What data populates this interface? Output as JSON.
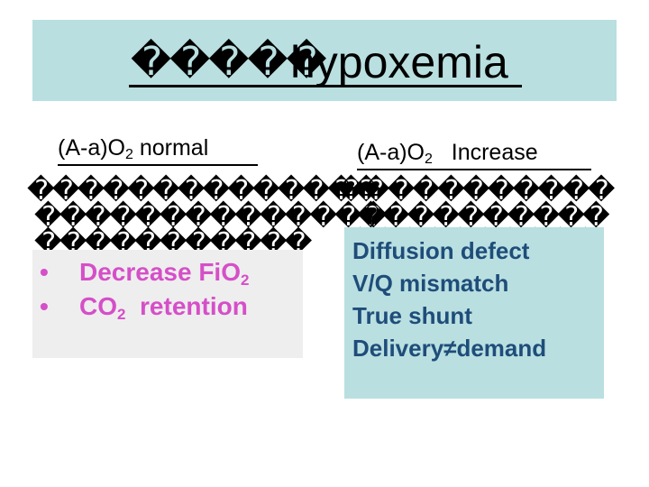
{
  "slide": {
    "title_glyphs": "�����",
    "title_word": "hypoxemia"
  },
  "left_column": {
    "heading_prefix": "(A-a)O",
    "heading_sub": "2",
    "heading_suffix": " normal",
    "glyph_rows": [
      "��������������",
      "��������������",
      "�����������"
    ],
    "bullets": [
      {
        "marker": "•",
        "text": "Decrease FiO",
        "sub": "2"
      },
      {
        "marker": "•",
        "text": "CO",
        "sub": "2",
        "suffix": "  retention"
      }
    ]
  },
  "right_column": {
    "heading_prefix": "(A-a)O",
    "heading_sub": "2",
    "heading_suffix": "   Increase",
    "glyph_rows": [
      "�����������",
      "����������",
      "����������"
    ],
    "causes": [
      "Diffusion defect",
      "V/Q mismatch",
      "True shunt",
      "Delivery≠demand"
    ]
  },
  "colors": {
    "title_band": "#b9dfe0",
    "bullet_text": "#d54fc8",
    "cause_text": "#1f4d7a",
    "left_box": "#eeeeee"
  }
}
